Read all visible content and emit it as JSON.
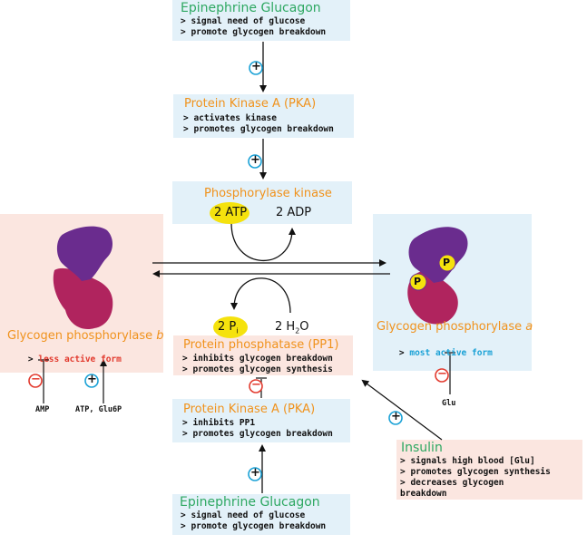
{
  "top_box": {
    "title": "Epinephrine  Glucagon",
    "lines": [
      "> signal need of glucose",
      "> promote glycogen breakdown"
    ]
  },
  "pka_top": {
    "title": "Protein Kinase A (PKA)",
    "lines": [
      "> activates kinase",
      "> promotes glycogen breakdown"
    ]
  },
  "phos_kinase": {
    "title": "Phosphorylase kinase",
    "atp": "2 ATP",
    "adp": "2 ADP"
  },
  "gp_b": {
    "title": "Glycogen phosphorylase ",
    "title_letter": "b",
    "line": "> ",
    "line_colored": "less active form"
  },
  "gp_a": {
    "title": "Glycogen phosphorylase ",
    "title_letter": "a",
    "line": "> ",
    "line_colored": "most active form"
  },
  "pp1": {
    "pi": "2 P",
    "pi_sub": "i",
    "water": "2 H",
    "water_sub": "2",
    "water_end": "O",
    "title": "Protein phosphatase (PP1)",
    "lines": [
      "> inhibits glycogen breakdown",
      "> promotes glycogen synthesis"
    ]
  },
  "pka_bottom": {
    "title": "Protein Kinase A (PKA)",
    "lines": [
      "> inhibits PP1",
      "> promotes glycogen breakdown"
    ]
  },
  "bottom_box": {
    "title": "Epinephrine  Glucagon",
    "lines": [
      "> signal need of glucose",
      "> promote glycogen breakdown"
    ]
  },
  "insulin": {
    "title": "Insulin",
    "lines": [
      "> signals high blood [Glu]",
      "> promotes glycogen synthesis",
      "> decreases glycogen",
      "breakdown"
    ]
  },
  "regulators": {
    "amp": "AMP",
    "atp_glu6p": "ATP, Glu6P",
    "glu": "Glu"
  },
  "signs": {
    "plus": "+",
    "minus": "−",
    "phosphate": "P"
  },
  "colors": {
    "orange_title": "#f0921c",
    "green_title": "#2ea862",
    "red_text": "#e23a2e",
    "blue_text": "#1aa1d6",
    "purple": "#6a2c8e",
    "magenta": "#b0245e",
    "yellow": "#f5e20d"
  }
}
